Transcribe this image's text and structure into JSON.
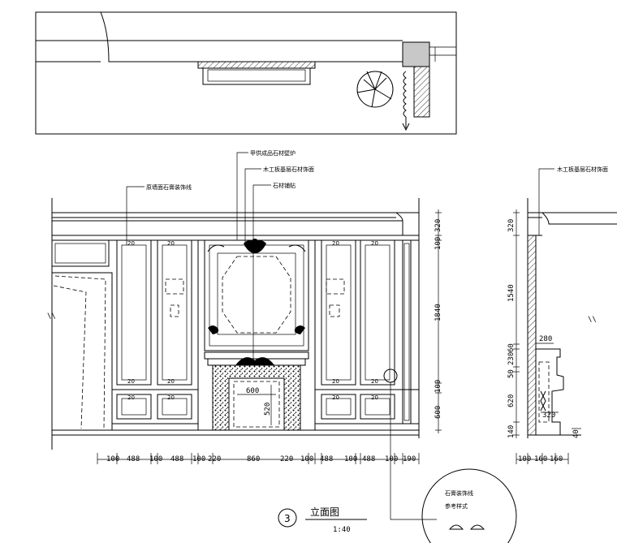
{
  "annotations": {
    "a_top": "甲供成品石材壁炉",
    "a_wood_stone": "木工板基层石材饰面",
    "a_stone_paste": "石材铺贴",
    "a_plaster_line": "原墙面石膏装饰线",
    "a_side": "木工板基层石材饰面"
  },
  "front_dims_bottom": [
    "100",
    "488",
    "100",
    "488",
    "100",
    "220",
    "860",
    "220",
    "100",
    "488",
    "100",
    "488",
    "100",
    "190"
  ],
  "front_dims_right": [
    "320",
    "100",
    "1840",
    "100",
    "600"
  ],
  "fireplace_dims": {
    "w": "600",
    "h": "520"
  },
  "side_dims_left": [
    "320",
    "1540",
    "60",
    "230",
    "50",
    "620",
    "140"
  ],
  "side_dims_bottom": [
    "100",
    "160",
    "160"
  ],
  "side_dims_inner": {
    "a": "280",
    "b": "320",
    "c": "40"
  },
  "title": {
    "number": "3",
    "name": "立面图",
    "scale": "1:40"
  },
  "detail": {
    "line1": "石膏装饰线",
    "line2": "参考样式"
  },
  "marks": {
    "v1": "\\\\",
    "v2": "\\\\"
  }
}
